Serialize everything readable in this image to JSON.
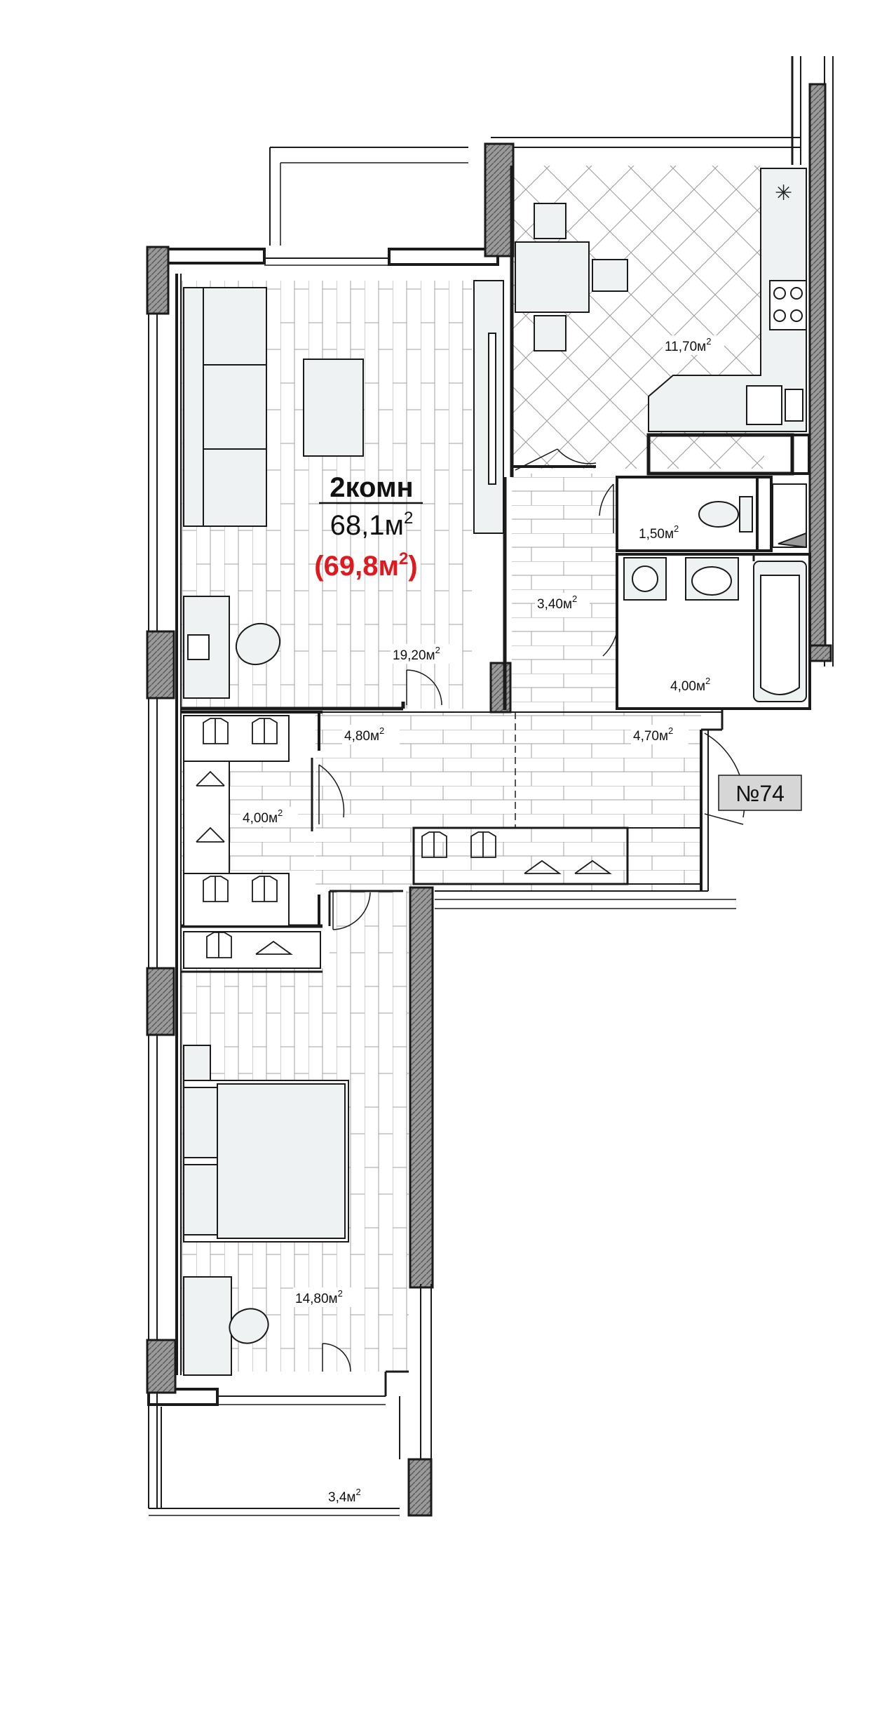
{
  "apartment": {
    "rooms_label": "2комн",
    "area": "68,1",
    "area_total": "69,8",
    "unit_text": "м",
    "unit_exp": "2",
    "number": "№74"
  },
  "rooms": {
    "living": "19,20",
    "kitchen": "11,70",
    "wc": "1,50",
    "corridor_small": "3,40",
    "bathroom": "4,00",
    "hall_left": "4,80",
    "hall_right": "4,70",
    "wardrobe": "4,00",
    "bedroom": "14,80",
    "balcony": "3,4"
  },
  "colors": {
    "wall": "#1a1a1a",
    "hatch": "#8c8c8c",
    "furniture_fill": "#eef2f2",
    "floor_line": "#9a9a9a",
    "accent_red": "#e0191f"
  }
}
